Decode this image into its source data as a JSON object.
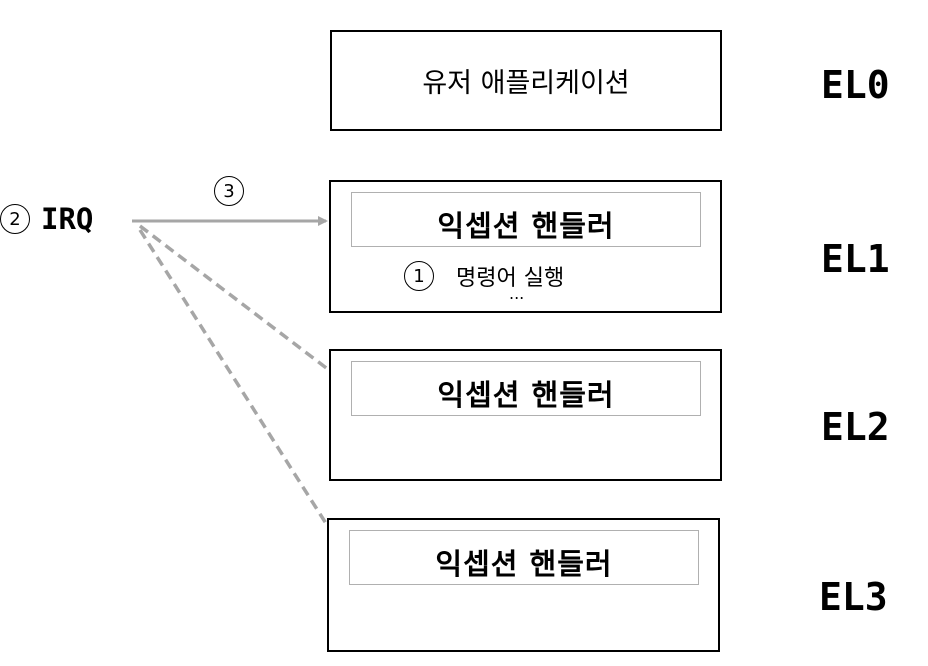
{
  "layers": {
    "user": {
      "label": "유저 애플리케이션",
      "el": "EL0"
    },
    "el1": {
      "handler": "익셉션 핸들러",
      "step": "1",
      "action": "명령어 실행",
      "ellipsis": "...",
      "el": "EL1"
    },
    "el2": {
      "handler": "익셉션 핸들러",
      "el": "EL2"
    },
    "el3": {
      "handler": "익셉션 핸들러",
      "el": "EL3"
    }
  },
  "irq": {
    "step": "2",
    "label": "IRQ"
  },
  "arrow_step": "3",
  "colors": {
    "arrow": "#a6a6a6",
    "handler_border": "#b0b0b0",
    "box_border": "#000000"
  }
}
